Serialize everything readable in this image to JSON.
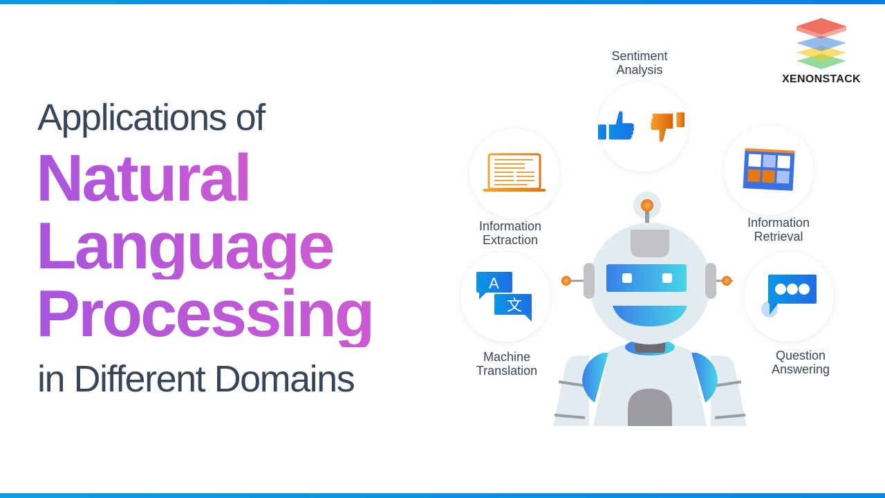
{
  "title": {
    "line1": "Applications of",
    "line2": "Natural",
    "line3": "Language",
    "line4": "Processing",
    "line5": "in Different Domains"
  },
  "brand": {
    "name": "XENONSTACK",
    "logo_icon": "stacked-layers-icon",
    "logo_colors": [
      "#e8412c",
      "#4a90e2",
      "#f5c518",
      "#3dbb4a"
    ]
  },
  "applications": [
    {
      "label_line1": "Sentiment",
      "label_line2": "Analysis",
      "icon": "thumbs-up-down-icon"
    },
    {
      "label_line1": "Information",
      "label_line2": "Extraction",
      "icon": "laptop-document-icon"
    },
    {
      "label_line1": "Information",
      "label_line2": "Retrieval",
      "icon": "grid-window-icon"
    },
    {
      "label_line1": "Machine",
      "label_line2": "Translation",
      "icon": "translate-bubbles-icon"
    },
    {
      "label_line1": "Question",
      "label_line2": "Answering",
      "icon": "chat-bubble-dots-icon"
    }
  ],
  "translation_glyphs": {
    "latin": "A",
    "cjk": "文"
  },
  "colors": {
    "heading_dark": "#374558",
    "gradient_purple_start": "#a955dd",
    "gradient_purple_end": "#cc5ad2",
    "accent_blue": "#0a8fe4",
    "accent_orange": "#f0892a"
  }
}
